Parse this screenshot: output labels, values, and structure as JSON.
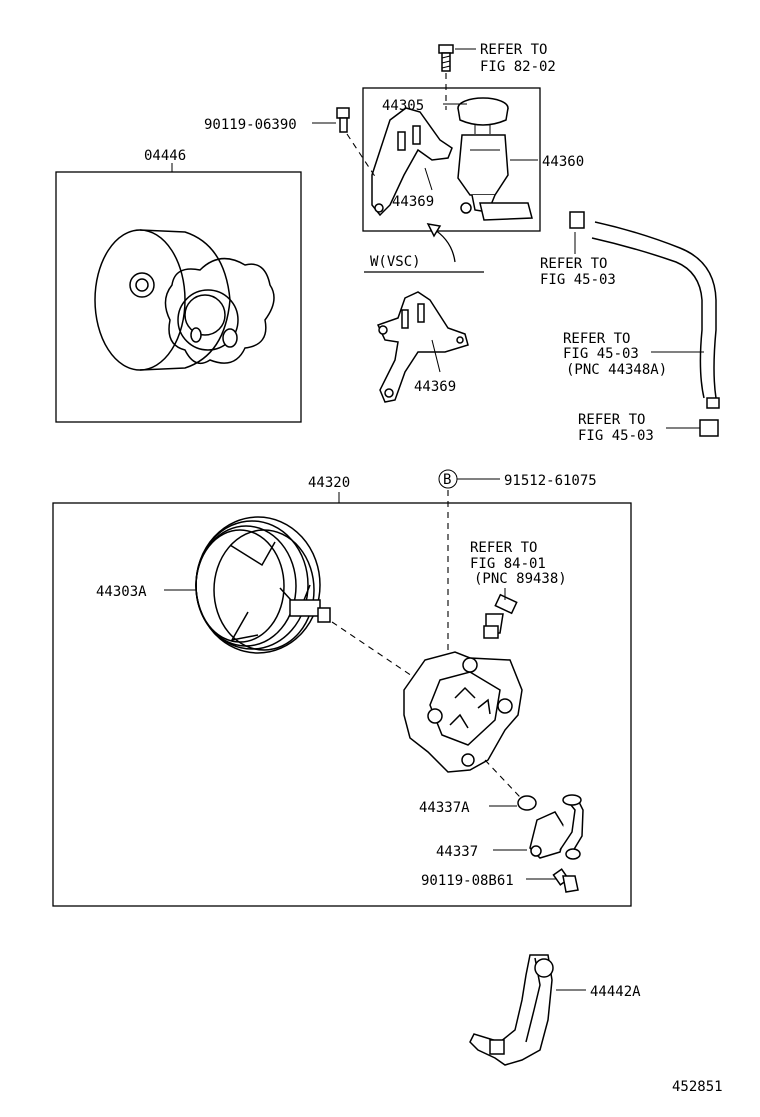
{
  "diagram": {
    "page_code": "452851",
    "labels": {
      "refer_82_line1": "REFER TO",
      "refer_82_line2": "FIG 82-02",
      "p44305": "44305",
      "p90119_06390": "90119-06390",
      "p44360": "44360",
      "p04446": "04446",
      "p44369_top": "44369",
      "wvsc": "W(VSC)",
      "p44369_bottom": "44369",
      "refer_45_a_line1": "REFER TO",
      "refer_45_a_line2": "FIG 45-03",
      "refer_45_b_line1": "REFER TO",
      "refer_45_b_line2": "FIG 45-03",
      "refer_45_b_line3": "(PNC 44348A)",
      "refer_45_c_line1": "REFER TO",
      "refer_45_c_line2": "FIG 45-03",
      "p44320": "44320",
      "b_marker": "B",
      "p91512_61075": "91512-61075",
      "refer_84_line1": "REFER TO",
      "refer_84_line2": "FIG 84-01",
      "refer_84_line3": "(PNC 89438)",
      "p44303a": "44303A",
      "p44337a": "44337A",
      "p44337": "44337",
      "p90119_08b61": "90119-08B61",
      "p44442a": "44442A"
    }
  }
}
